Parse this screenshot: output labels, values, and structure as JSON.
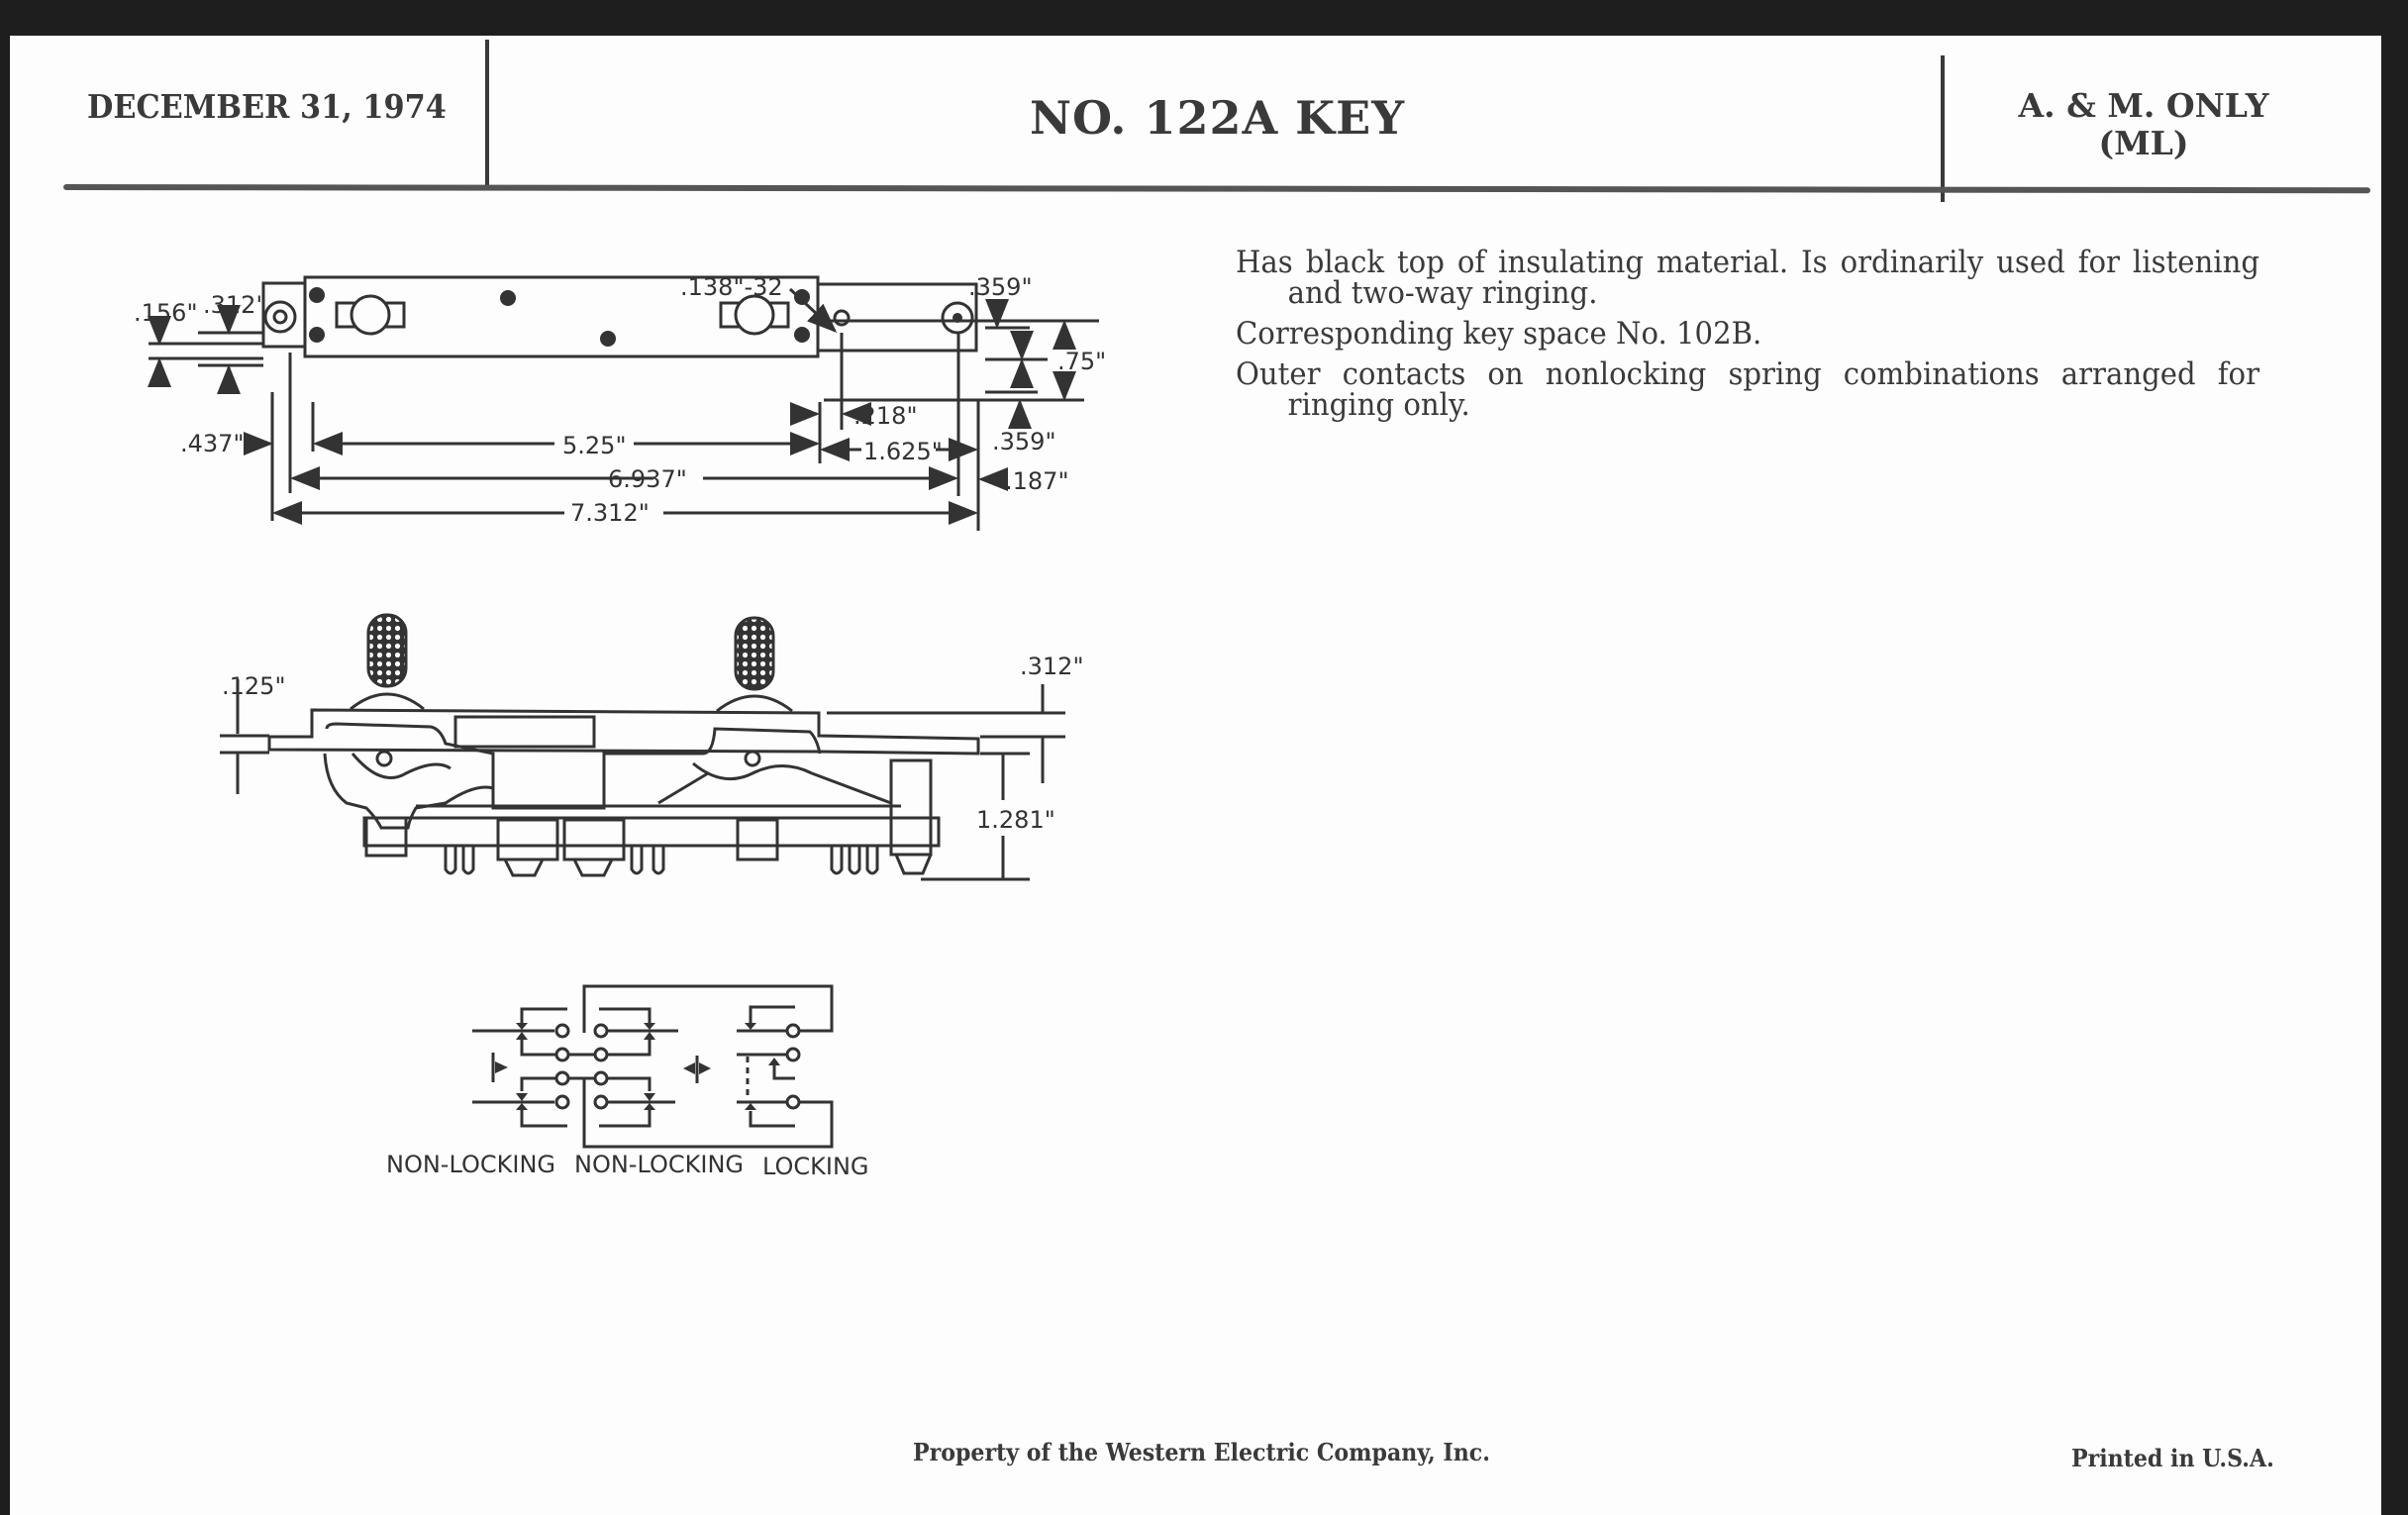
{
  "header": {
    "date": "DECEMBER 31, 1974",
    "title": "NO. 122A KEY",
    "scope_line1": "A. & M. ONLY",
    "scope_line2": "(ML)"
  },
  "description": [
    "Has black top of insulating material. Is ordinarily used for listening and two-way ringing.",
    "Corresponding key space No. 102B.",
    "Outer contacts on nonlocking spring combinations arranged for ringing only."
  ],
  "top_view_dimensions": {
    "d156": ".156\"",
    "d312": ".312\"",
    "screw": ".138\"-32",
    "d359_top": ".359\"",
    "d75": ".75\"",
    "d437": ".437\"",
    "d525": "5.25\"",
    "d218": ".218\"",
    "d1625": "1.625\"",
    "d359_bottom": ".359\"",
    "d6937": "6.937\"",
    "d187": ".187\"",
    "d7312": "7.312\""
  },
  "side_view_dimensions": {
    "d125": ".125\"",
    "d312": ".312\"",
    "d1281": "1.281\""
  },
  "schematic": {
    "labels": [
      "NON-LOCKING",
      "NON-LOCKING",
      "LOCKING"
    ]
  },
  "footer": {
    "property": "Property of the Western Electric Company, Inc.",
    "printed": "Printed in U.S.A."
  },
  "colors": {
    "ink": "#333333",
    "paper": "#fdfdfd",
    "background": "#1e1e1e"
  }
}
